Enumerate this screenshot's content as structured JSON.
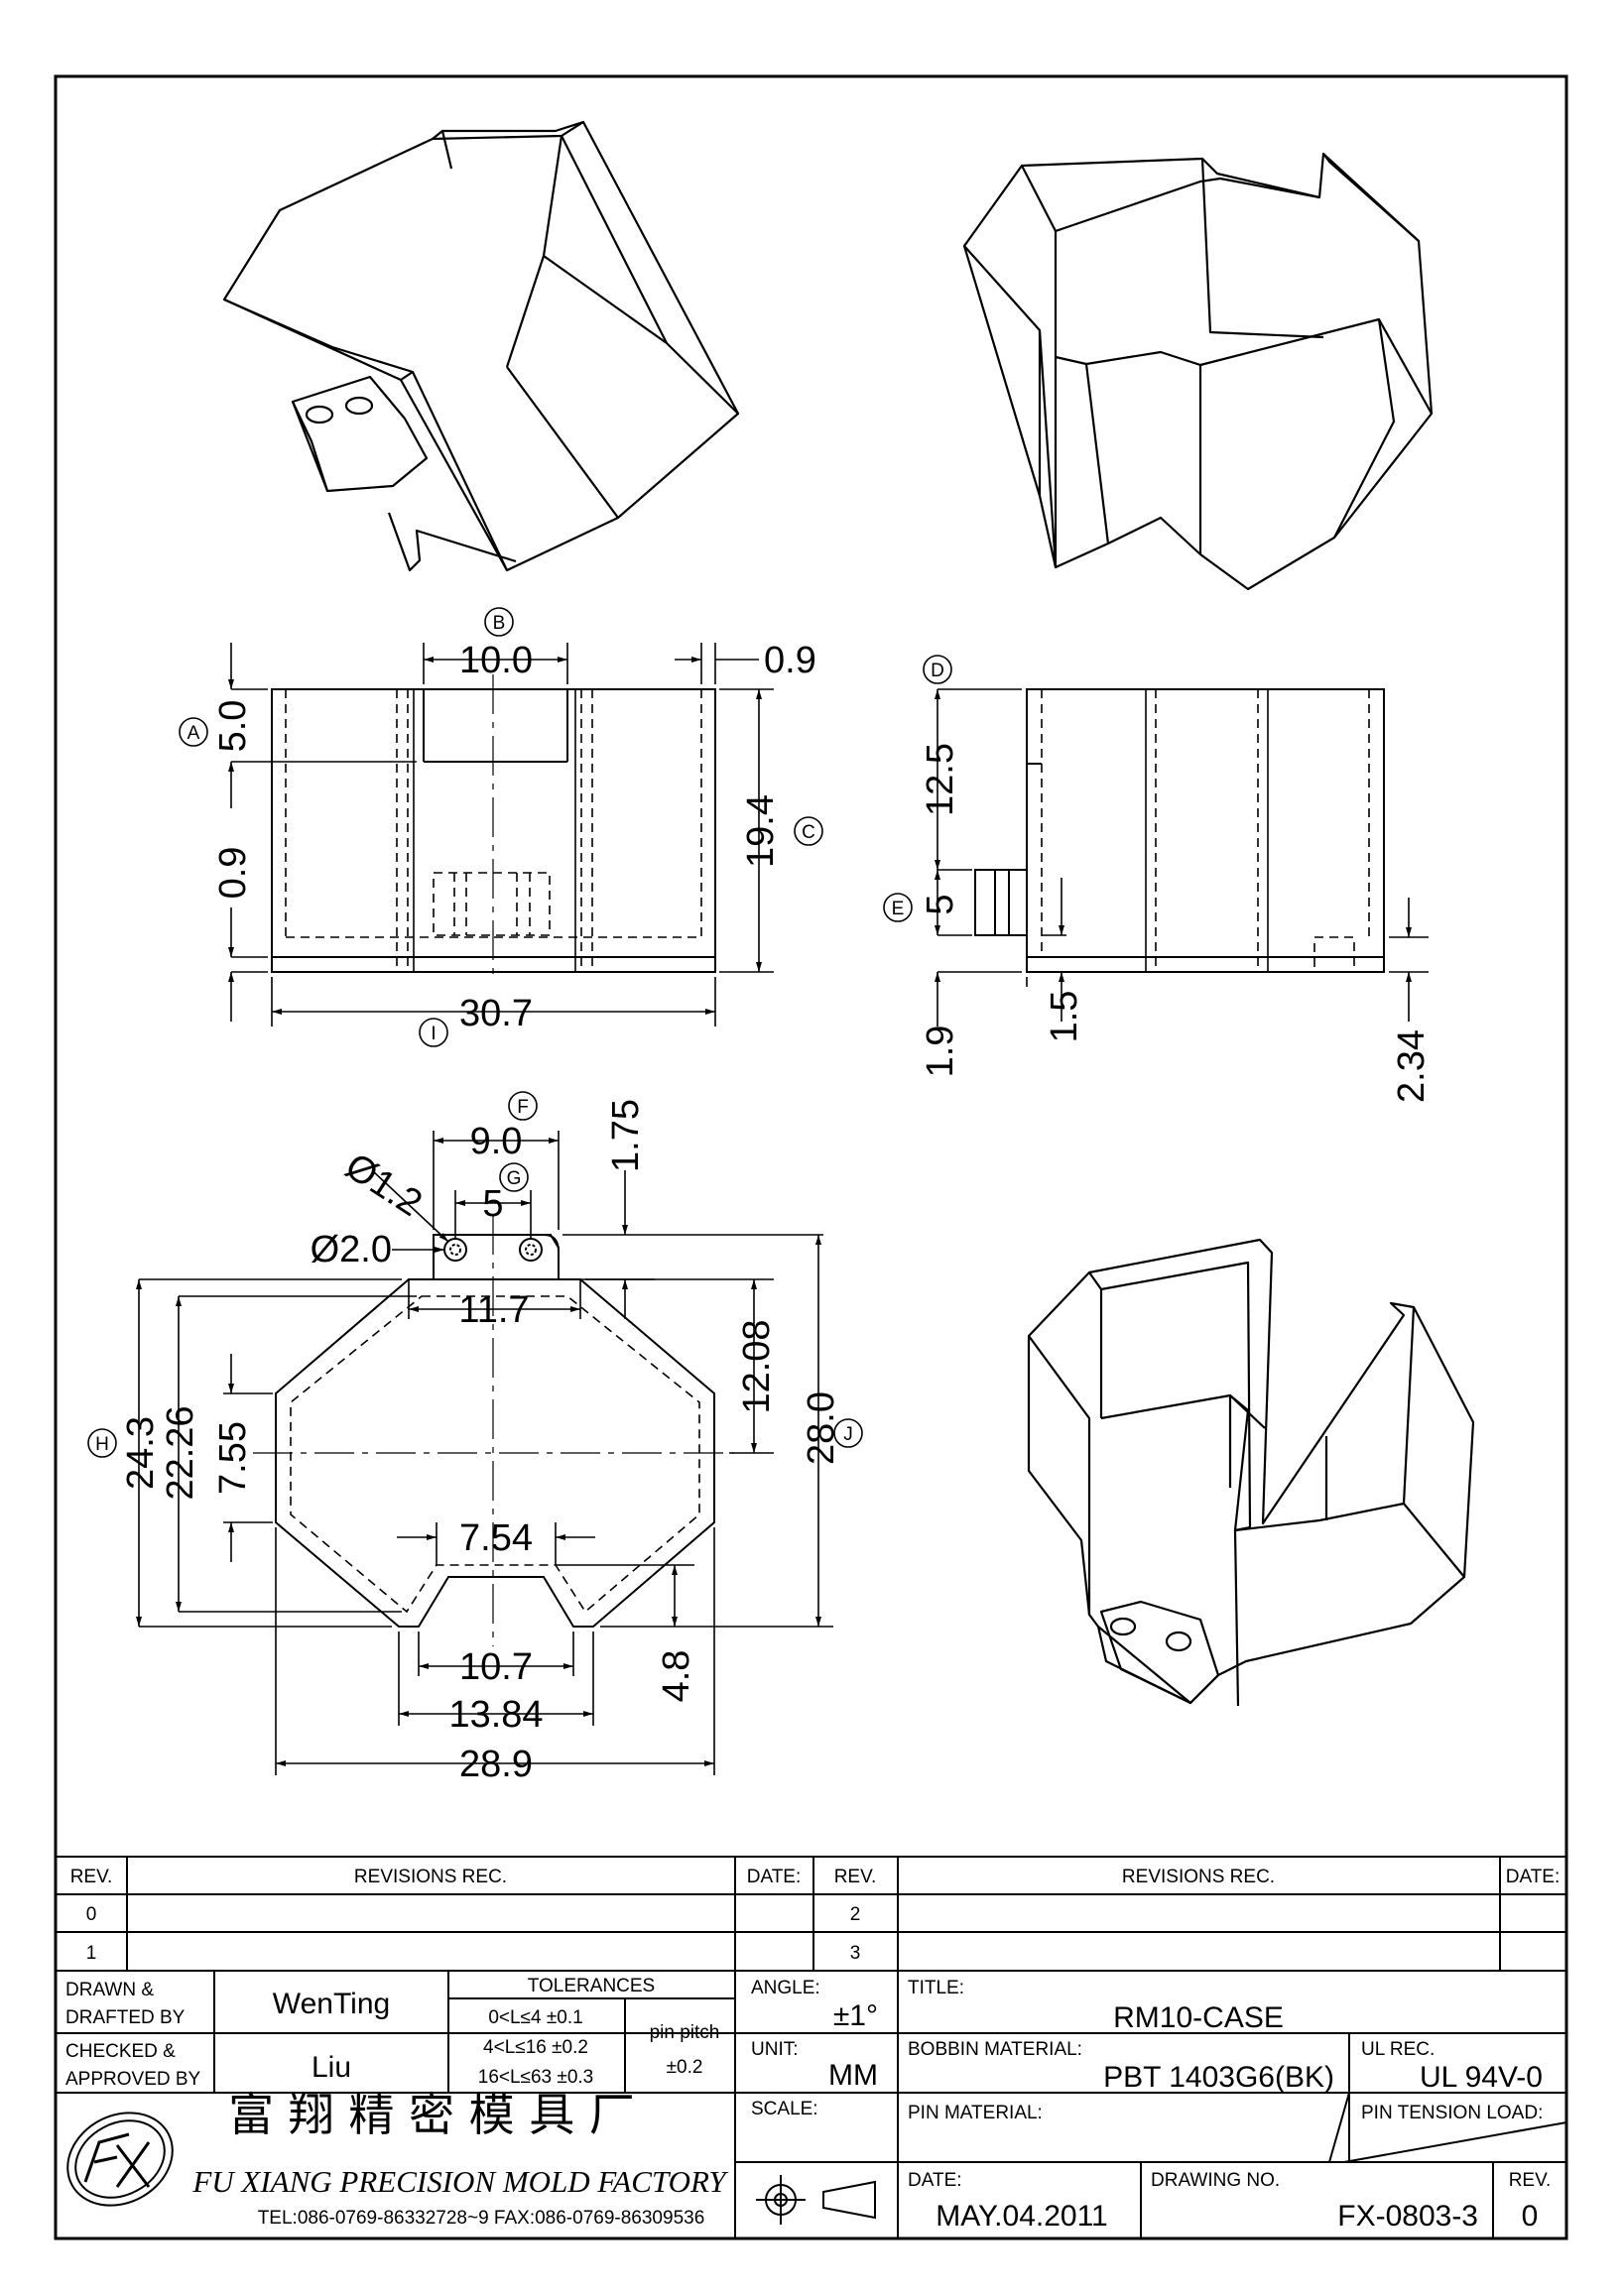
{
  "dimensions": {
    "front": {
      "slot_width": "10.0",
      "wall": "0.9",
      "slot_depth": "5.0",
      "height": "19.4",
      "bottom_wall": "0.9",
      "width": "30.7",
      "labels": {
        "A": "A",
        "B": "B",
        "C": "C",
        "I": "I"
      }
    },
    "side": {
      "top_to_pin": "12.5",
      "pin_block": "5",
      "bottom": "1.9",
      "pin_offset": "1.5",
      "foot": "2.34",
      "labels": {
        "D": "D",
        "E": "E"
      }
    },
    "top": {
      "tab_width": "9.0",
      "pin_pitch": "5",
      "tab_height": "1.75",
      "hole_small": "Ø1.2",
      "hole_large": "Ø2.0",
      "top_edge": "11.7",
      "half_height": "12.08",
      "total_depth": "28.0",
      "outer_height": "24.3",
      "inner_height": "22.26",
      "side_flat": "7.55",
      "notch_inner": "7.54",
      "notch_bottom": "10.7",
      "notch_outer": "13.84",
      "notch_depth": "4.8",
      "total_width": "28.9",
      "labels": {
        "F": "F",
        "G": "G",
        "H": "H",
        "J": "J"
      }
    }
  },
  "title_block": {
    "rev_header": "REV.",
    "revisions_header": "REVISIONS  REC.",
    "date_header": "DATE:",
    "rev_rows_left": [
      "0",
      "1"
    ],
    "rev_rows_right": [
      "2",
      "3"
    ],
    "drawn_label_1": "DRAWN &",
    "drawn_label_2": "DRAFTED BY",
    "drawn_name": "WenTing",
    "checked_label_1": "CHECKED &",
    "checked_label_2": "APPROVED BY",
    "checked_name": "Liu",
    "tolerances_header": "TOLERANCES",
    "tol_rows": [
      "0<L≤4   ±0.1",
      "4<L≤16  ±0.2",
      "16<L≤63  ±0.3"
    ],
    "pin_pitch_label": "pin  pitch",
    "pin_pitch_tol": "±0.2",
    "angle_label": "ANGLE:",
    "angle_value": "±1°",
    "unit_label": "UNIT:",
    "unit_value": "MM",
    "scale_label": "SCALE:",
    "title_label": "TITLE:",
    "title_value": "RM10-CASE",
    "bobbin_label": "BOBBIN MATERIAL:",
    "bobbin_value": "PBT 1403G6(BK)",
    "ul_label": "UL REC.",
    "ul_value": "UL 94V-0",
    "pin_material_label": "PIN MATERIAL:",
    "pin_tension_label": "PIN TENSION LOAD:",
    "date_label": "DATE:",
    "date_value": "MAY.04.2011",
    "drawing_no_label": "DRAWING NO.",
    "drawing_no_value": "FX-0803-3",
    "rev_label": "REV.",
    "rev_value": "0",
    "company_cn": "富 翔 精 密 模 具 厂",
    "company_en": "FU XIANG PRECISION MOLD FACTORY",
    "contact": "TEL:086-0769-86332728~9  FAX:086-0769-86309536"
  }
}
